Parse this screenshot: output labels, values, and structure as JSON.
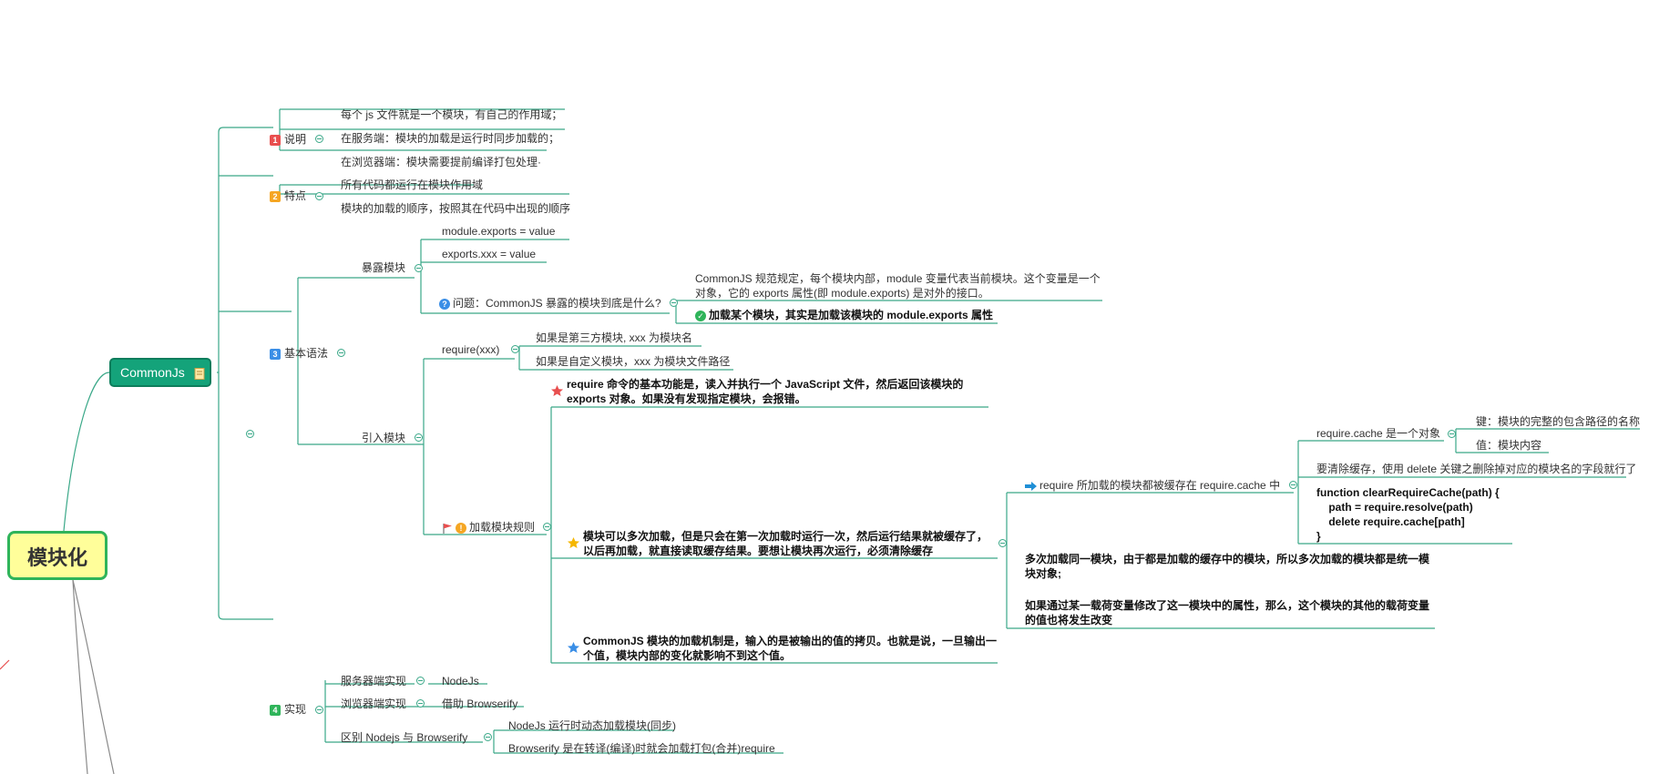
{
  "root": {
    "label": "模块化"
  },
  "commonjs": {
    "label": "CommonJs",
    "note_icon": "note-icon"
  },
  "colors": {
    "line": "#3aa888",
    "root_fill": "#fffe9a",
    "root_border": "#2fb45a",
    "commonjs_fill": "#14a37a"
  },
  "sections": {
    "s1": {
      "badge": "1",
      "label": "说明",
      "badge_color": "#e84f4f",
      "items": [
        "每个 js 文件就是一个模块，有自己的作用域；",
        "在服务端：模块的加载是运行时同步加载的；",
        "在浏览器端：模块需要提前编译打包处理·"
      ]
    },
    "s2": {
      "badge": "2",
      "label": "特点",
      "badge_color": "#f5a623",
      "items": [
        "所有代码都运行在模块作用域",
        "模块的加载的顺序，按照其在代码中出现的顺序"
      ]
    },
    "s3": {
      "badge": "3",
      "label": "基本语法",
      "badge_color": "#3a8ee6",
      "expose": {
        "label": "暴露模块",
        "items": [
          "module.exports = value",
          "exports.xxx = value"
        ],
        "question": {
          "icon": "question-icon",
          "label": "问题：CommonJS 暴露的模块到底是什么?",
          "answer1": "CommonJS 规范规定，每个模块内部，module 变量代表当前模块。这个变量是一个对象，它的 exports 属性(即 module.exports) 是对外的接口。",
          "answer2_icon": "check-icon",
          "answer2": "加载某个模块，其实是加载该模块的 module.exports 属性"
        }
      },
      "import": {
        "label": "引入模块",
        "require": {
          "label": "require(xxx)",
          "items": [
            "如果是第三方模块, xxx 为模块名",
            "如果是自定义模块，xxx 为模块文件路径"
          ]
        },
        "rules": {
          "label": "加载模块规则",
          "flag_icon": "flag-icon",
          "warn_icon": "warning-icon",
          "r1": "require 命令的基本功能是，读入并执行一个 JavaScript 文件，然后返回该模块的 exports 对象。如果没有发现指定模块，会报错。",
          "r2": "模块可以多次加载，但是只会在第一次加载时运行一次，然后运行结果就被缓存了，以后再加载，就直接读取缓存结果。要想让模块再次运行，必须清除缓存",
          "r3": "CommonJS 模块的加载机制是，输入的是被输出的值的拷贝。也就是说，一旦输出一个值，模块内部的变化就影响不到这个值。",
          "cache": {
            "label": "require 所加载的模块都被缓存在 require.cache 中",
            "arrow_icon": "arrow-right-icon",
            "obj": {
              "label": "require.cache 是一个对象",
              "key": "键：模块的完整的包含路径的名称",
              "value": "值：模块内容"
            },
            "clear": "要清除缓存，使用 delete 关键之删除掉对应的模块名的字段就行了",
            "code": [
              "function clearRequireCache(path) {",
              "    path = require.resolve(path)",
              "    delete require.cache[path]",
              "}"
            ]
          },
          "multi1": "多次加载同一模块，由于都是加载的缓存中的模块，所以多次加载的模块都是统一模块对象;",
          "multi2": "如果通过某一载荷变量修改了这一模块中的属性，那么，这个模块的其他的载荷变量的值也将发生改变"
        }
      }
    },
    "s4": {
      "badge": "4",
      "label": "实现",
      "badge_color": "#2fb45a",
      "server": {
        "label": "服务器端实现",
        "value": "NodeJs"
      },
      "browser": {
        "label": "浏览器端实现",
        "value": "借助 Browserify"
      },
      "diff": {
        "label": "区别 Nodejs 与 Browserify",
        "items": [
          "NodeJs 运行时动态加载模块(同步)",
          "Browserify 是在转译(编译)时就会加载打包(合并)require"
        ]
      }
    }
  }
}
